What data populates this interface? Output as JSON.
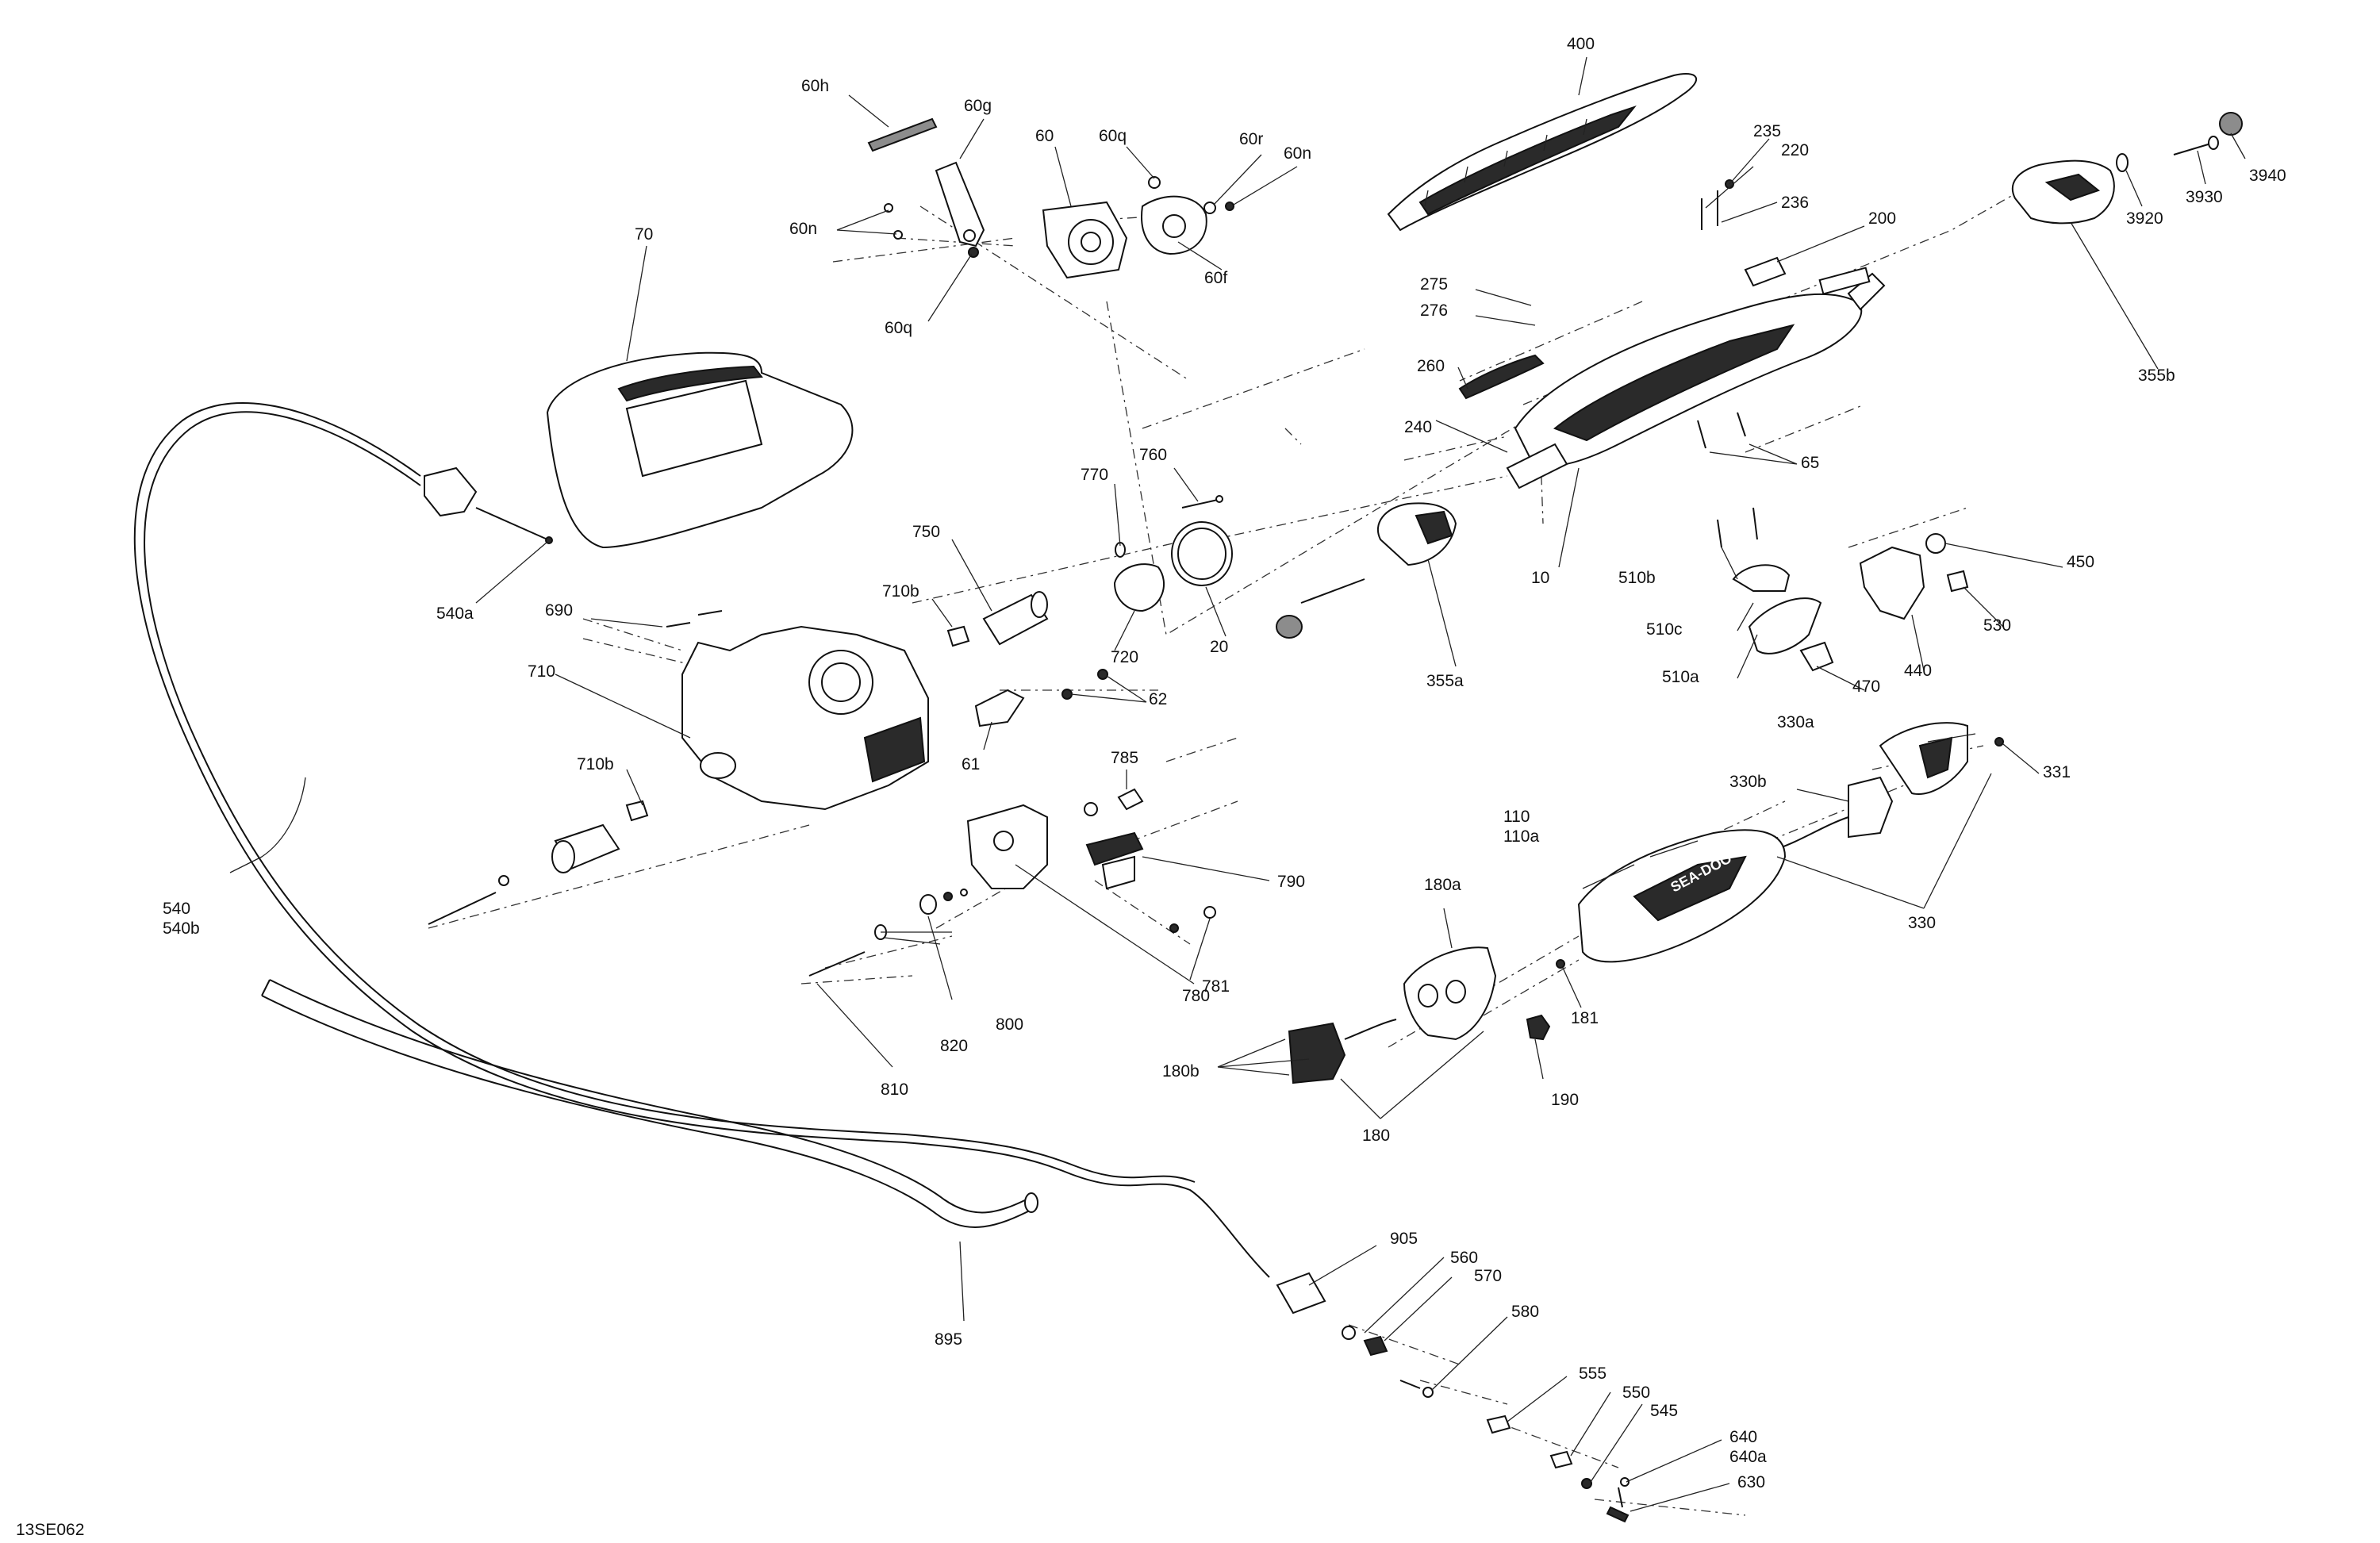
{
  "drawing_code": "13SE062",
  "labels": {
    "l400": "400",
    "l235": "235",
    "l220": "220",
    "l236": "236",
    "l200": "200",
    "l3940": "3940",
    "l3930": "3930",
    "l3920": "3920",
    "l355b": "355b",
    "l60h": "60h",
    "l60g": "60g",
    "l60": "60",
    "l60q_top": "60q",
    "l60r": "60r",
    "l60n_right": "60n",
    "l60n_left": "60n",
    "l60f": "60f",
    "l60q_bottom": "60q",
    "l70": "70",
    "l275": "275",
    "l276": "276",
    "l260": "260",
    "l240": "240",
    "l65": "65",
    "l10": "10",
    "l540a": "540a",
    "l770": "770",
    "l760": "760",
    "l750": "750",
    "l710b_top": "710b",
    "l690": "690",
    "l720": "720",
    "l20": "20",
    "l355a": "355a",
    "l710": "710",
    "l62": "62",
    "l61": "61",
    "l510b": "510b",
    "l510c": "510c",
    "l510a": "510a",
    "l470": "470",
    "l450": "450",
    "l530": "530",
    "l440": "440",
    "l330a": "330a",
    "l331": "331",
    "l330b": "330b",
    "l330": "330",
    "l710b_bottom": "710b",
    "l785": "785",
    "l790": "790",
    "l110": "110",
    "l110a": "110a",
    "l180a": "180a",
    "l181": "181",
    "l540": "540",
    "l540b": "540b",
    "l780": "780",
    "l781": "781",
    "l820": "820",
    "l800": "800",
    "l810": "810",
    "l180b": "180b",
    "l190": "190",
    "l180": "180",
    "l905": "905",
    "l560": "560",
    "l570": "570",
    "l580": "580",
    "l895": "895",
    "l555": "555",
    "l550": "550",
    "l545": "545",
    "l640": "640",
    "l640a": "640a",
    "l630": "630"
  },
  "logo_text": "SEA-DOO"
}
